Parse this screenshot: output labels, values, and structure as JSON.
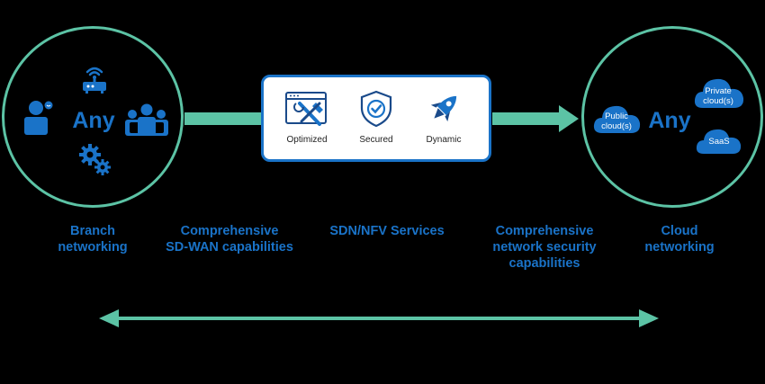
{
  "colors": {
    "accent_green": "#5cc3a5",
    "brand_blue": "#1a73c8",
    "background": "#000000",
    "box_fill": "#ffffff"
  },
  "branch": {
    "center_label": "Any",
    "icons": [
      "wifi-router-icon",
      "person-icon",
      "group-icon",
      "gears-icon"
    ],
    "caption_line1": "Branch",
    "caption_line2": "networking"
  },
  "cloud": {
    "center_label": "Any",
    "clouds": [
      {
        "line1": "Public",
        "line2": "cloud(s)"
      },
      {
        "line1": "Private",
        "line2": "cloud(s)"
      },
      {
        "line1": "SaaS",
        "line2": ""
      }
    ],
    "caption_line1": "Cloud",
    "caption_line2": "networking"
  },
  "services": [
    {
      "label": "Optimized",
      "icon": "browser-tools-icon"
    },
    {
      "label": "Secured",
      "icon": "shield-check-icon"
    },
    {
      "label": "Dynamic",
      "icon": "rocket-icon"
    }
  ],
  "captions": {
    "sdwan_line1": "Comprehensive",
    "sdwan_line2": "SD-WAN capabilities",
    "sdn": "SDN/NFV Services",
    "security_line1": "Comprehensive",
    "security_line2": "network security",
    "security_line3": "capabilities"
  }
}
